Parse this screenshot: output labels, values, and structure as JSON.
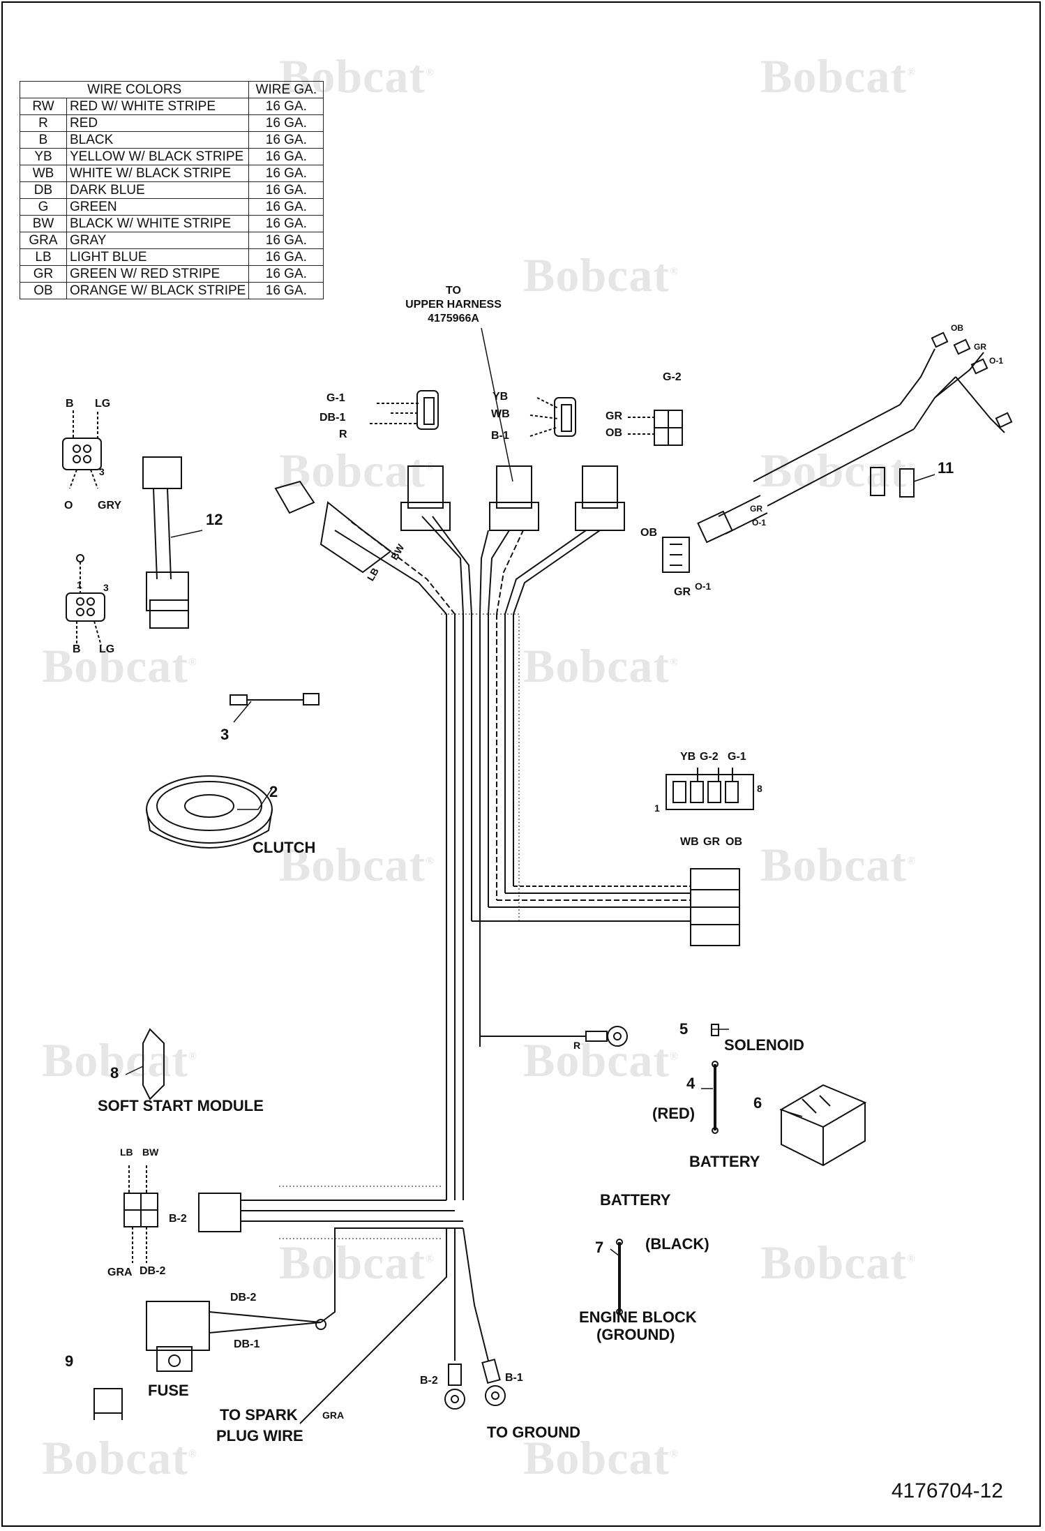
{
  "brand": {
    "watermark": "Bobcat",
    "mark": "®"
  },
  "legend": {
    "header_colors": "WIRE COLORS",
    "header_gauge": "WIRE GA.",
    "rows": [
      {
        "code": "RW",
        "name": "RED W/ WHITE STRIPE",
        "gauge": "16 GA."
      },
      {
        "code": "R",
        "name": "RED",
        "gauge": "16 GA."
      },
      {
        "code": "B",
        "name": "BLACK",
        "gauge": "16 GA."
      },
      {
        "code": "YB",
        "name": "YELLOW W/ BLACK STRIPE",
        "gauge": "16 GA."
      },
      {
        "code": "WB",
        "name": "WHITE W/ BLACK STRIPE",
        "gauge": "16 GA."
      },
      {
        "code": "DB",
        "name": "DARK BLUE",
        "gauge": "16 GA."
      },
      {
        "code": "G",
        "name": "GREEN",
        "gauge": "16 GA."
      },
      {
        "code": "BW",
        "name": "BLACK W/ WHITE STRIPE",
        "gauge": "16 GA."
      },
      {
        "code": "GRA",
        "name": "GRAY",
        "gauge": "16 GA."
      },
      {
        "code": "LB",
        "name": "LIGHT BLUE",
        "gauge": "16 GA."
      },
      {
        "code": "GR",
        "name": "GREEN W/ RED STRIPE",
        "gauge": "16 GA."
      },
      {
        "code": "OB",
        "name": "ORANGE W/ BLACK STRIPE",
        "gauge": "16 GA."
      }
    ]
  },
  "labels": {
    "upper_harness_1": "TO",
    "upper_harness_2": "UPPER HARNESS",
    "upper_harness_3": "4175966A",
    "g1": "G-1",
    "db1": "DB-1",
    "r": "R",
    "yb": "YB",
    "wb": "WB",
    "b1": "B-1",
    "g2": "G-2",
    "gr": "GR",
    "ob": "OB",
    "b": "B",
    "lg": "LG",
    "o": "O",
    "gry": "GRY",
    "three": "3",
    "one": "1",
    "lb": "LB",
    "bw": "BW",
    "ob2": "OB",
    "gr2": "GR",
    "o1": "O-1",
    "ob_small": "OB",
    "gr_small": "GR",
    "o1_small": "O-1",
    "e1_small": "O-1",
    "pin_yb": "YB",
    "pin_g2": "G-2",
    "pin_g1": "G-1",
    "pin_8": "8",
    "pin_1": "1",
    "pin_wb": "WB",
    "pin_gr": "GR",
    "pin_ob": "OB",
    "r_ring": "R",
    "clutch": "CLUTCH",
    "solenoid": "SOLENOID",
    "red": "(RED)",
    "battery": "BATTERY",
    "battery2": "BATTERY",
    "black": "(BLACK)",
    "engine_block": "ENGINE BLOCK",
    "ground": "(GROUND)",
    "soft_start": "SOFT START MODULE",
    "ssm_lb": "LB",
    "ssm_bw": "BW",
    "ssm_b2": "B-2",
    "ssm_gra": "GRA",
    "ssm_db2": "DB-2",
    "fuse_db2": "DB-2",
    "fuse_db1": "DB-1",
    "fuse": "FUSE",
    "spark_1": "TO SPARK",
    "spark_gra": "GRA",
    "spark_2": "PLUG WIRE",
    "gnd_b2": "B-2",
    "gnd_b1": "B-1",
    "to_ground": "TO GROUND"
  },
  "callouts": {
    "n2": "2",
    "n3": "3",
    "n4": "4",
    "n5": "5",
    "n6": "6",
    "n7": "7",
    "n8": "8",
    "n9": "9",
    "n11": "11",
    "n12": "12"
  },
  "part_number": "4176704-12"
}
